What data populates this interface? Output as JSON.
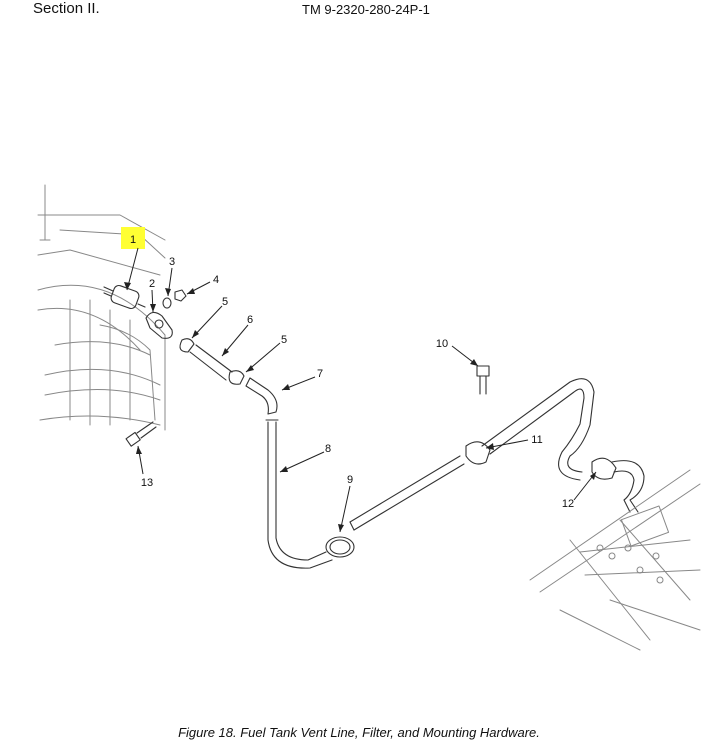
{
  "header": {
    "section": "Section II.",
    "tm_number": "TM 9-2320-280-24P-1"
  },
  "caption": "Figure 18. Fuel Tank Vent Line, Filter, and Mounting Hardware.",
  "highlight_color": "#ffff33",
  "callouts": [
    "1",
    "2",
    "3",
    "4",
    "5",
    "6",
    "5",
    "7",
    "8",
    "9",
    "10",
    "11",
    "12",
    "13"
  ]
}
